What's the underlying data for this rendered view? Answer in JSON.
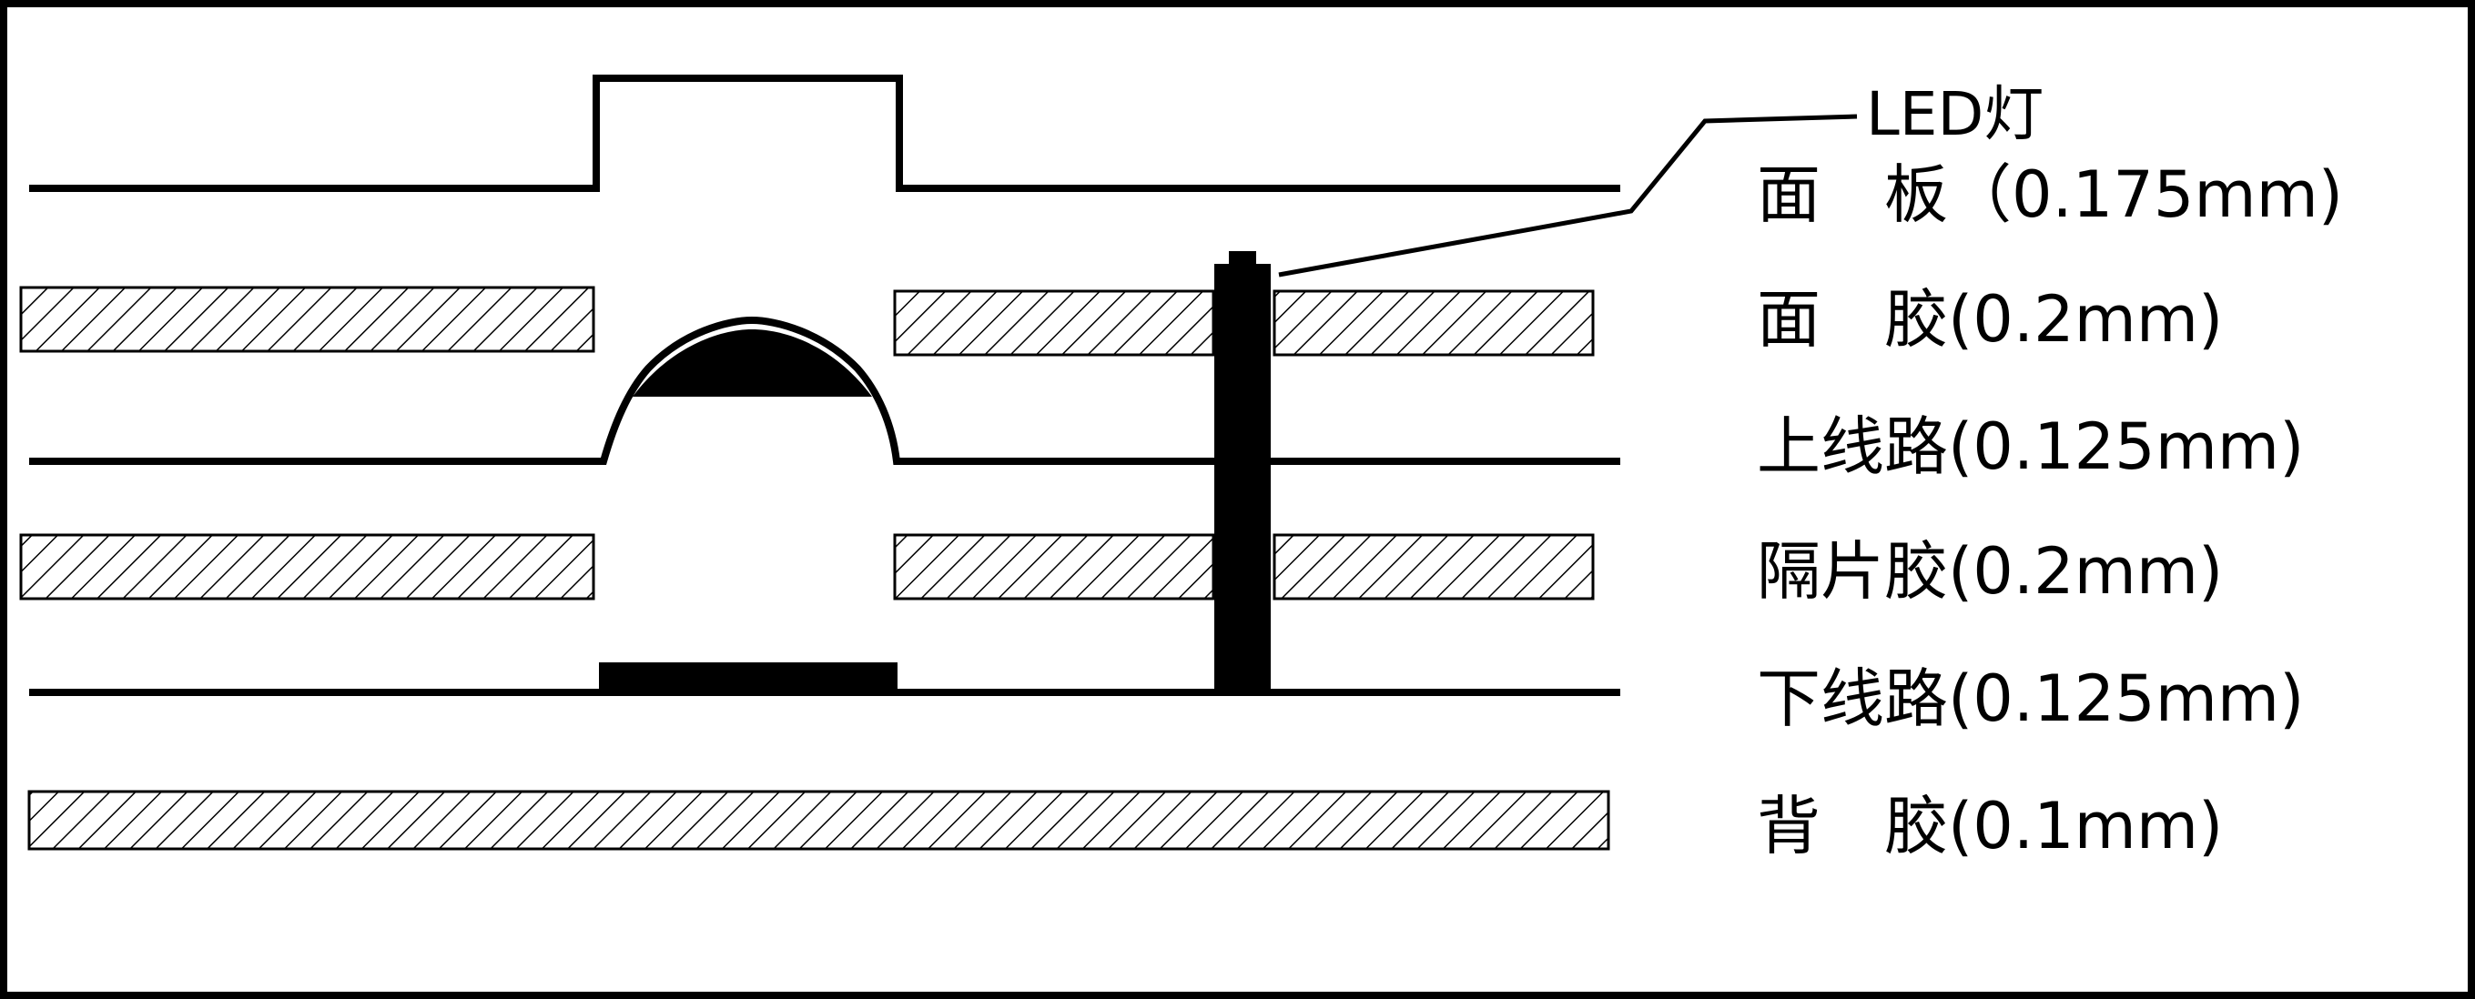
{
  "diagram": {
    "led_label": "LED灯",
    "layers": [
      {
        "id": "panel",
        "label": "面　板（0.175mm)"
      },
      {
        "id": "panel-adhesive",
        "label": "面　胶(0.2mm)"
      },
      {
        "id": "upper-circuit",
        "label": "上线路(0.125mm)"
      },
      {
        "id": "spacer-adhesive",
        "label": "隔片胶(0.2mm)"
      },
      {
        "id": "lower-circuit",
        "label": "下线路(0.125mm)"
      },
      {
        "id": "back-adhesive",
        "label": "背　胶(0.1mm)"
      }
    ]
  }
}
